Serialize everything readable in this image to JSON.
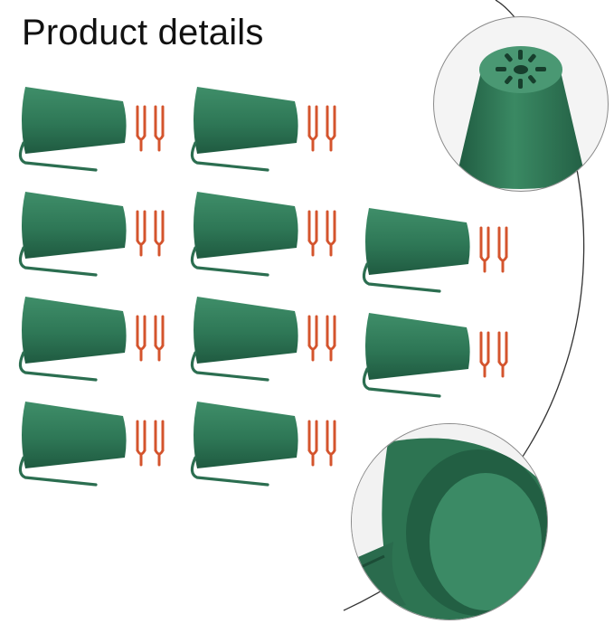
{
  "header": {
    "title": "Product details"
  },
  "colors": {
    "cover_green": "#2f7a58",
    "cover_green_dark": "#215a41",
    "cover_green_light": "#4a9873",
    "clip_orange": "#d4542d",
    "background": "#ffffff"
  },
  "product_grid": {
    "columns": 3,
    "rows": 4,
    "item_count": 10,
    "items": [
      {
        "name": "cover-with-clips-1"
      },
      {
        "name": "cover-with-clips-2"
      },
      {
        "name": "cover-with-clips-3"
      },
      {
        "name": "cover-with-clips-4"
      },
      {
        "name": "cover-with-clips-5"
      },
      {
        "name": "cover-with-clips-6"
      },
      {
        "name": "cover-with-clips-7"
      },
      {
        "name": "cover-with-clips-8"
      },
      {
        "name": "cover-with-clips-9"
      },
      {
        "name": "cover-with-clips-10"
      }
    ]
  },
  "detail_views": {
    "top_view": "vented-top-closeup",
    "inside_view": "open-end-closeup"
  }
}
